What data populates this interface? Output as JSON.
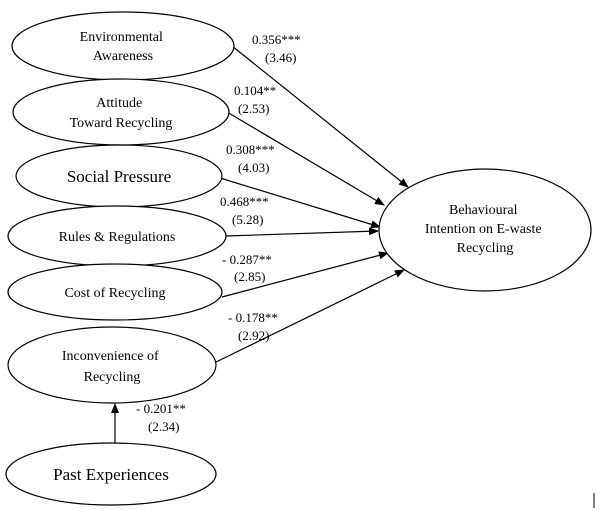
{
  "nodes": {
    "env": {
      "lines": [
        "Environmental",
        "Awareness"
      ]
    },
    "att": {
      "lines": [
        "Attitude",
        "Toward Recycling"
      ]
    },
    "soc": {
      "lines": [
        "Social Pressure"
      ]
    },
    "rul": {
      "lines": [
        "Rules & Regulations"
      ]
    },
    "cost": {
      "lines": [
        "Cost of Recycling"
      ]
    },
    "inc": {
      "lines": [
        "Inconvenience of",
        "Recycling"
      ]
    },
    "past": {
      "lines": [
        "Past Experiences"
      ]
    },
    "beh": {
      "lines": [
        "Behavioural",
        "Intention on E-waste",
        "Recycling"
      ]
    }
  },
  "paths": [
    {
      "from": "env",
      "to": "beh",
      "coef": "0.356***",
      "t": "(3.46)"
    },
    {
      "from": "att",
      "to": "beh",
      "coef": "0.104**",
      "t": "(2.53)"
    },
    {
      "from": "soc",
      "to": "beh",
      "coef": "0.308***",
      "t": "(4.03)"
    },
    {
      "from": "rul",
      "to": "beh",
      "coef": "0.468***",
      "t": "(5.28)"
    },
    {
      "from": "cost",
      "to": "beh",
      "coef": "- 0.287**",
      "t": "(2.85)"
    },
    {
      "from": "inc",
      "to": "beh",
      "coef": "- 0.178**",
      "t": "(2.92)"
    },
    {
      "from": "past",
      "to": "inc",
      "coef": "- 0.201**",
      "t": "(2.34)"
    }
  ]
}
